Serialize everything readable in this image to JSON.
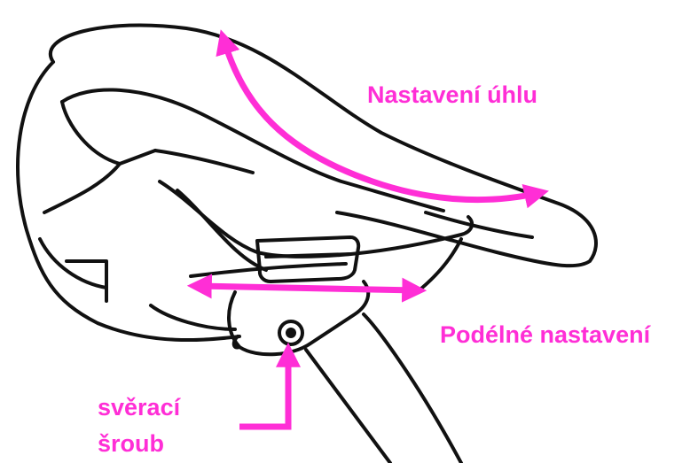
{
  "labels": {
    "angle_adjustment": "Nastavení úhlu",
    "longitudinal_adjustment": "Podélné nastavení",
    "clamp_screw_line1": "svěrací",
    "clamp_screw_line2": "šroub"
  },
  "colors": {
    "accent": "#ff2ed6",
    "outline": "#111111",
    "background": "#ffffff"
  }
}
